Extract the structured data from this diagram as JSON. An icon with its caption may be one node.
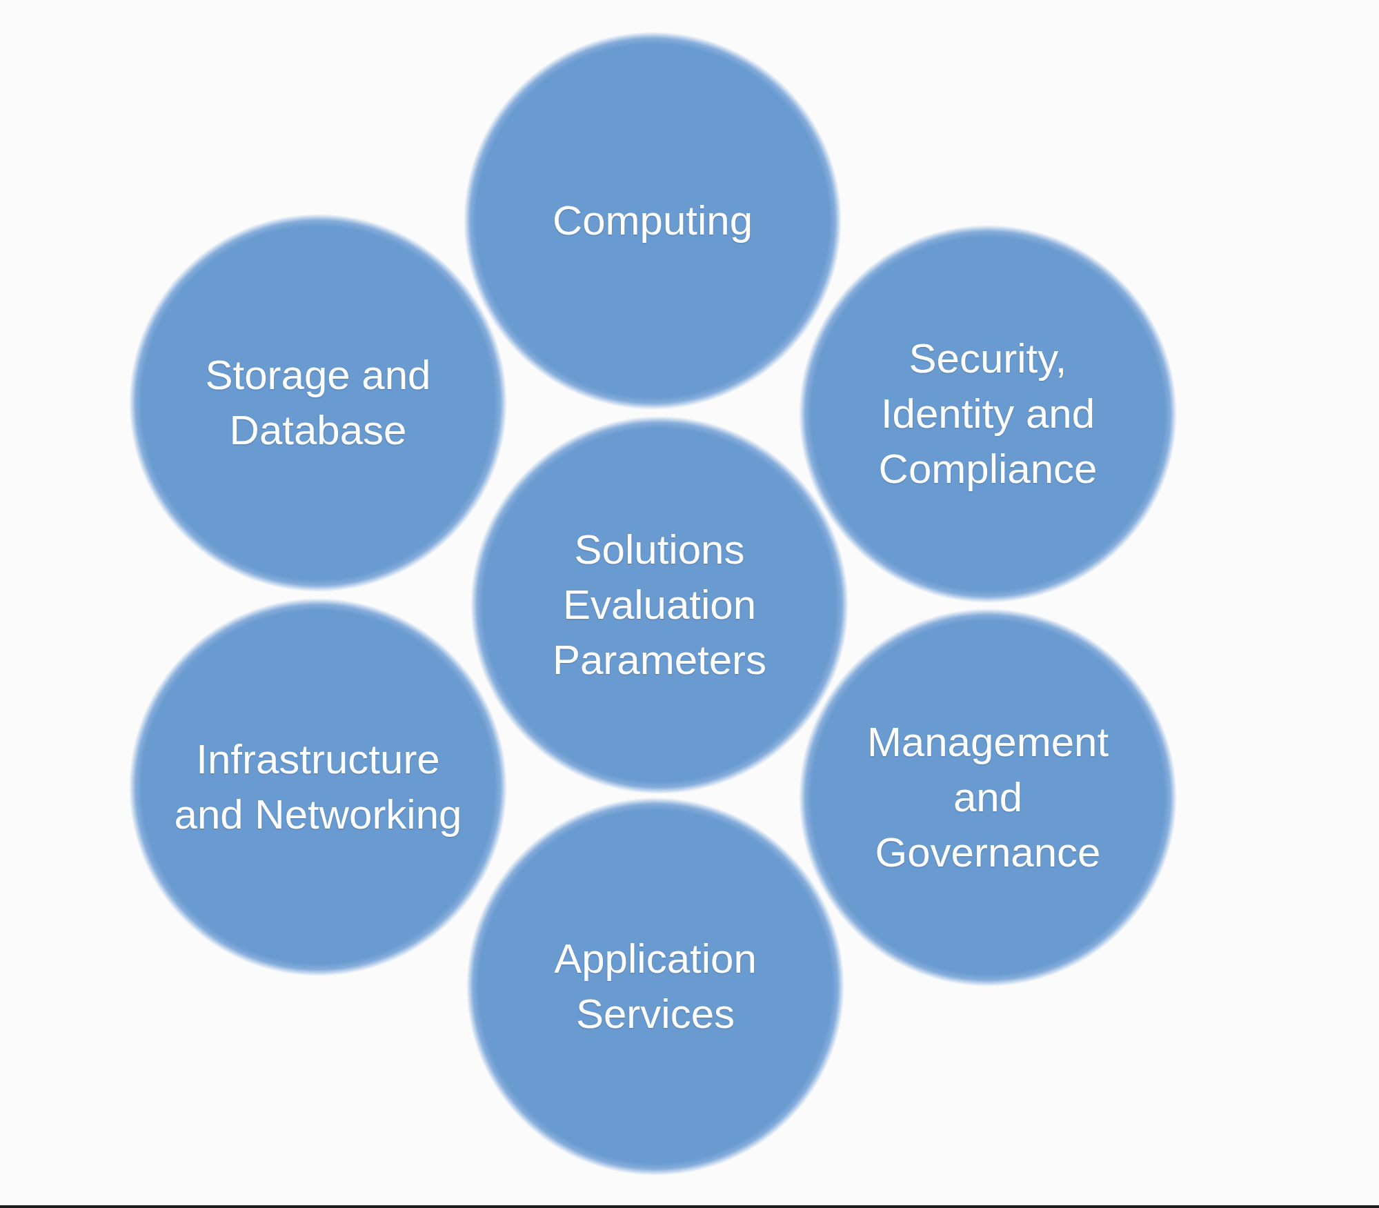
{
  "diagram": {
    "nodes": [
      {
        "text": [
          "Computing"
        ]
      },
      {
        "text": [
          "Storage and Database"
        ]
      },
      {
        "text": [
          "Security, Identity and Compliance"
        ]
      },
      {
        "text": [
          "Solutions Evaluation Parameters"
        ]
      },
      {
        "text": [
          "Infrastructure and Networking"
        ]
      },
      {
        "text": [
          "Management and Governance"
        ]
      },
      {
        "text": [
          "Application Services"
        ]
      }
    ]
  }
}
